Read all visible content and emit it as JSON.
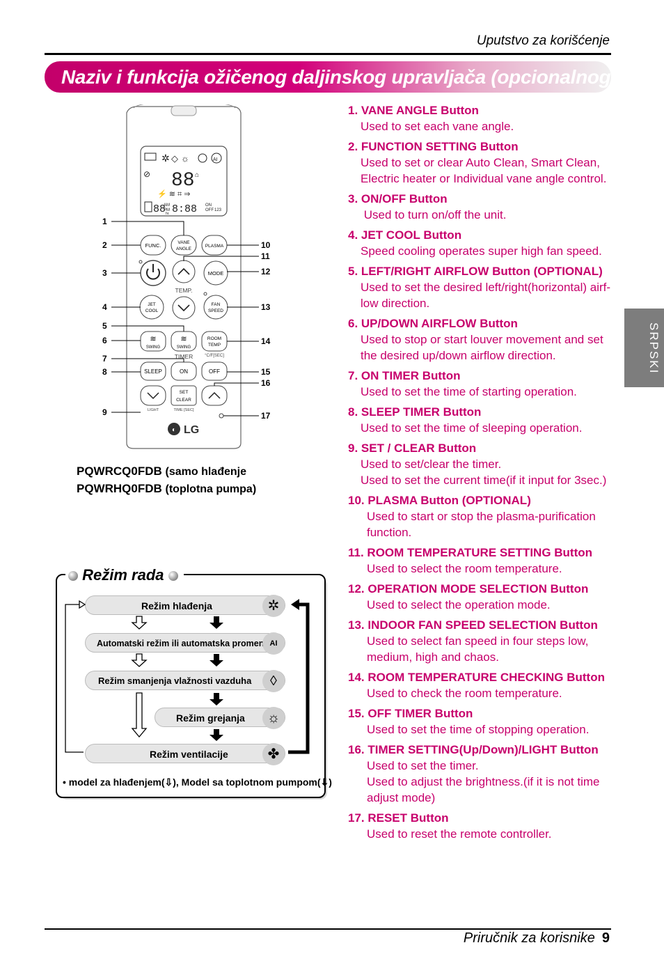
{
  "header": {
    "text": "Uputstvo za korišćenje"
  },
  "title": "Naziv i funkcija ožičenog daljinskog upravljača (opcionalnog)",
  "side_tab": "SRPSKI",
  "remote": {
    "buttons": {
      "func": "FUNC.",
      "vane_angle_1": "VANE",
      "vane_angle_2": "ANGLE",
      "plasma": "PLASMA",
      "mode": "MODE",
      "temp": "TEMP.",
      "jet_cool_1": "JET",
      "jet_cool_2": "COOL",
      "fan_speed_1": "FAN",
      "fan_speed_2": "SPEED",
      "swing_lr": "SWING",
      "swing_ud": "SWING",
      "room_temp_1": "ROOM",
      "room_temp_2": "TEMP",
      "room_temp_sub": "°C/F[SEC]",
      "timer": "TIMER",
      "sleep": "SLEEP",
      "on": "ON",
      "off": "OFF",
      "set_clear_1": "SET",
      "set_clear_2": "CLEAR",
      "light": "LIGHT",
      "time_sec": "TIME [SEC]"
    },
    "display": {
      "am": "AM",
      "pm": "PM",
      "hr": "hr.",
      "on": "ON",
      "off": "OFF",
      "num": "123",
      "ai": "AI"
    },
    "logo": "LG",
    "callouts_left": [
      "1",
      "2",
      "3",
      "4",
      "5",
      "6",
      "7",
      "8",
      "9"
    ],
    "callouts_right": [
      "10",
      "11",
      "12",
      "13",
      "14",
      "15",
      "16",
      "17"
    ]
  },
  "models": {
    "model1": "PQWRCQ0FDB",
    "model1_note": "(samo hlađenje",
    "model2": "PQWRHQ0FDB",
    "model2_note": "(toplotna pumpa)"
  },
  "mode_box": {
    "title": "Režim rada",
    "modes": [
      {
        "label": "Režim hlađenja",
        "icon": "snowflake-icon"
      },
      {
        "label": "Automatski režim ili automatska promena",
        "icon": "ai-icon"
      },
      {
        "label": "Režim smanjenja vlažnosti vazduha",
        "icon": "droplet-icon"
      },
      {
        "label": "Režim grejanja",
        "icon": "sun-icon"
      },
      {
        "label": "Režim ventilacije",
        "icon": "fan-icon"
      }
    ],
    "note_prefix": "• model za hlađenjem(",
    "note_middle": "), Model sa toplotnom pumpom(",
    "note_suffix": ")"
  },
  "features": [
    {
      "title": "1. VANE ANGLE Button",
      "desc": [
        "Used to set each vane angle."
      ]
    },
    {
      "title": "2. FUNCTION SETTING Button",
      "desc": [
        "Used to set or clear Auto Clean, Smart Clean,",
        "Electric heater or Individual vane angle control."
      ]
    },
    {
      "title": "3.  ON/OFF Button",
      "desc": [
        " Used to turn on/off the unit."
      ]
    },
    {
      "title": "4. JET COOL Button",
      "desc": [
        "Speed cooling operates super high fan speed."
      ]
    },
    {
      "title": "5. LEFT/RIGHT AIRFLOW Button (OPTIONAL)",
      "desc": [
        "Used to set the desired left/right(horizontal) airf-",
        "low direction."
      ]
    },
    {
      "title": "6. UP/DOWN AIRFLOW Button",
      "desc": [
        "Used to stop or start louver movement and set",
        "the desired up/down airflow direction."
      ]
    },
    {
      "title": "7. ON TIMER Button",
      "desc": [
        "Used to set the time of starting operation."
      ]
    },
    {
      "title": "8. SLEEP TIMER Button",
      "desc": [
        "Used to set the time of sleeping operation."
      ]
    },
    {
      "title": "9. SET / CLEAR Button",
      "desc": [
        "Used to set/clear the timer.",
        "Used to set the current time(if it input for 3sec.)"
      ]
    },
    {
      "title": "10. PLASMA Button (OPTIONAL)",
      "desc": [
        "Used to start or stop the plasma-purification",
        "function."
      ]
    },
    {
      "title": "11. ROOM TEMPERATURE SETTING Button",
      "desc": [
        "Used to select the room temperature."
      ]
    },
    {
      "title": "12. OPERATION MODE SELECTION Button",
      "desc": [
        "Used to select the operation mode."
      ]
    },
    {
      "title": "13. INDOOR FAN SPEED SELECTION Button",
      "desc": [
        "Used to select fan speed in four steps low,",
        "medium, high and chaos."
      ]
    },
    {
      "title": "14. ROOM TEMPERATURE CHECKING Button",
      "desc": [
        "Used to check the room temperature."
      ]
    },
    {
      "title": "15. OFF TIMER Button",
      "desc": [
        "Used to set the time of stopping operation."
      ]
    },
    {
      "title": "16. TIMER SETTING(Up/Down)/LIGHT Button",
      "desc": [
        "Used to set the timer.",
        "Used to adjust the brightness.(if it is not time",
        "adjust mode)"
      ]
    },
    {
      "title": "17. RESET Button",
      "desc": [
        "Used to reset the remote controller."
      ]
    }
  ],
  "footer": {
    "text": "Priručnik za korisnike",
    "page": "9"
  },
  "colors": {
    "accent": "#c7006c",
    "tab_gray": "#7d7d7d"
  }
}
